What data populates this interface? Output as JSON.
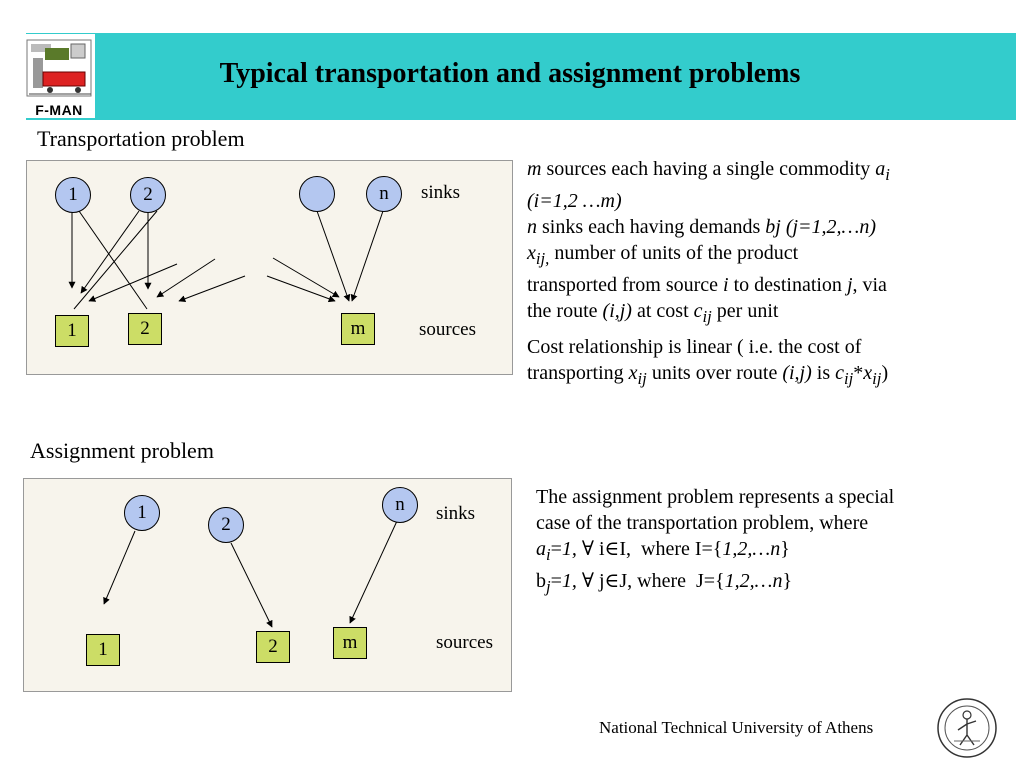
{
  "header": {
    "logo_text": "F-MAN",
    "title": "Typical transportation and assignment problems"
  },
  "transportation": {
    "heading": "Transportation problem",
    "sinks": [
      "1",
      "2",
      "",
      "n"
    ],
    "sources": [
      "1",
      "2",
      "m"
    ],
    "sinks_label": "sinks",
    "sources_label": "sources"
  },
  "assignment": {
    "heading": "Assignment problem",
    "sinks": [
      "1",
      "2",
      "n"
    ],
    "sources": [
      "1",
      "2",
      "m"
    ],
    "sinks_label": "sinks",
    "sources_label": "sources"
  },
  "footer": {
    "institution": "National Technical University of Athens"
  },
  "colors": {
    "header_bg": "#33cccc",
    "sink_node": "#b4c7f0",
    "source_box": "#ccdd66",
    "panel_bg": "#f7f4ec"
  }
}
